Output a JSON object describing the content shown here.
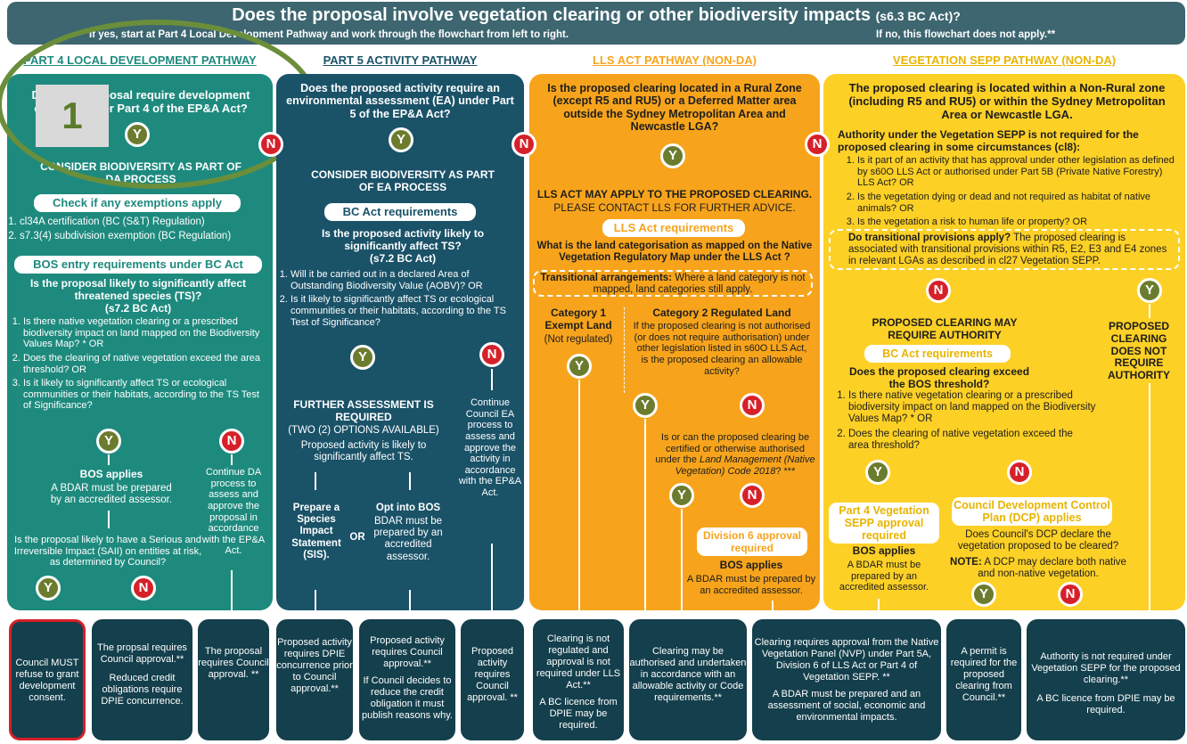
{
  "banner": {
    "question": "Does the proposal involve vegetation clearing or other biodiversity impacts",
    "ref": "(s6.3 BC Act)?",
    "if_yes": "If yes, start at Part 4 Local Development Pathway and work through the flowchart from left to right.",
    "if_no": "If no, this flowchart does not apply.**"
  },
  "badge": {
    "number": "1"
  },
  "colors": {
    "green": "#1e8a7e",
    "teal": "#1a5268",
    "orange": "#f7a41c",
    "yellow": "#fdd026",
    "dark": "#143f4c",
    "yes": "#6b7c2e",
    "no": "#d6202a"
  },
  "pathways": {
    "part4": "PART 4 LOCAL DEVELOPMENT PATHWAY",
    "part5": "PART 5 ACTIVITY PATHWAY",
    "lls": "LLS ACT PATHWAY (NON-DA)",
    "sepp": "VEGETATION SEPP PATHWAY (NON-DA)"
  },
  "part4": {
    "question": "Does the proposal require development consent under Part 4 of the EP&A Act?",
    "consider": "CONSIDER BIODIVERSITY AS PART OF DA PROCESS",
    "exemptions_pill": "Check if any exemptions apply",
    "exemptions": [
      "cl34A certification (BC (S&T) Regulation)",
      "s7.3(4) subdivision exemption (BC Regulation)"
    ],
    "bos_pill": "BOS entry requirements under BC Act",
    "ts_question": "Is the proposal likely to significantly affect threatened species (TS)?",
    "ts_ref": "(s7.2 BC Act)",
    "criteria": [
      "Is there native vegetation clearing or a prescribed biodiversity impact on land mapped on the Biodiversity Values Map? * OR",
      "Does the clearing of native vegetation exceed the area threshold? OR",
      "Is it likely to significantly affect TS or ecological communities or their habitats, according to the TS Test of Significance?"
    ],
    "bos_applies": "BOS applies",
    "bdar": "A BDAR must be prepared by an accredited assessor.",
    "continue": "Continue DA process to assess and approve the proposal in accordance with the EP&A Act.",
    "saii": "Is the proposal likely to have a Serious and Irreversible Impact (SAII) on entities at risk, as determined by Council?"
  },
  "part5": {
    "question": "Does the proposed activity require an environmental assessment (EA) under Part 5 of the EP&A Act?",
    "consider": "CONSIDER BIODIVERSITY AS PART OF EA PROCESS",
    "bc_pill": "BC Act requirements",
    "ts_question": "Is the proposed activity likely to significantly affect TS?",
    "ts_ref": "(s7.2 BC Act)",
    "criteria": [
      "Will it be carried out in a declared Area of Outstanding Biodiversity Value (AOBV)? OR",
      "Is it likely to significantly affect TS or ecological communities or their habitats, according to the TS Test of Significance?"
    ],
    "further": "FURTHER ASSESSMENT IS REQUIRED",
    "options": "(TWO (2) OPTIONS AVAILABLE)",
    "likely": "Proposed activity is likely to significantly affect TS.",
    "sis": "Prepare a Species Impact Statement (SIS).",
    "or": "OR",
    "opt_bos": "Opt into BOS",
    "opt_bos_text": "BDAR must be prepared by an accredited assessor.",
    "continue": "Continue Council EA process to assess and approve the activity in accordance with the EP&A Act."
  },
  "lls": {
    "question": "Is the proposed clearing located in a Rural Zone (except R5 and RU5) or a Deferred Matter area outside the Sydney Metropolitan Area and Newcastle LGA?",
    "may_apply": "LLS ACT MAY APPLY TO THE PROPOSED CLEARING.",
    "contact": "PLEASE CONTACT LLS FOR FURTHER ADVICE.",
    "pill": "LLS Act requirements",
    "land_q": "What is the land categorisation as mapped on the Native Vegetation Regulatory Map under the LLS Act ?",
    "transitional": "Transitional arrangements:",
    "transitional_text": "Where a land category is not mapped, land categories still apply.",
    "cat1": "Category 1 Exempt Land",
    "cat1_note": "(Not regulated)",
    "cat2": "Category 2 Regulated Land",
    "cat2_text": "If the proposed clearing is not authorised (or does not require authorisation) under other legislation listed in s60O LLS Act, is the proposed clearing an allowable activity?",
    "code_q_a": "Is or can the proposed clearing be certified or otherwise authorised under the",
    "code_q_i": "Land Management (Native Vegetation) Code 2018",
    "code_q_b": "? ***",
    "div6": "Division 6 approval required",
    "bos_applies": "BOS applies",
    "bdar": "A BDAR must be prepared by an accredited assessor."
  },
  "sepp": {
    "title": "The proposed clearing is located within a Non-Rural zone (including R5 and RU5) or within the Sydney Metropolitan Area or Newcastle LGA.",
    "not_required": "Authority under the Vegetation SEPP is not required for the proposed clearing in some circumstances (cl8):",
    "items": [
      "Is it part of an activity that has approval under other legislation as defined by s60O LLS Act or authorised under Part 5B (Private Native Forestry) LLS Act? OR",
      "Is the vegetation dying or dead and not required as habitat of native animals? OR",
      "Is the vegetation a risk to human life or property? OR"
    ],
    "transitional_q": "Do transitional provisions apply?",
    "transitional_text": "The proposed clearing is associated with transitional provisions within R5, E2, E3 and E4 zones in relevant LGAs as described in cl27 Vegetation SEPP.",
    "may_require": "PROPOSED CLEARING MAY REQUIRE AUTHORITY",
    "no_authority": "PROPOSED CLEARING DOES NOT REQUIRE AUTHORITY",
    "bc_pill": "BC Act requirements",
    "bos_q": "Does the proposed clearing exceed the BOS threshold?",
    "bos_items": [
      "Is there native vegetation clearing or a prescribed biodiversity impact on land mapped on the Biodiversity Values Map? * OR",
      "Does the clearing of native vegetation exceed the area threshold?"
    ],
    "part4_pill": "Part 4 Vegetation SEPP approval required",
    "bos_applies": "BOS applies",
    "bdar": "A BDAR must be prepared by an accredited assessor.",
    "dcp_pill": "Council Development Control Plan (DCP) applies",
    "dcp_q": "Does Council's DCP declare the vegetation proposed to be cleared?",
    "note_label": "NOTE:",
    "note_text": "A DCP may declare both native and non-native vegetation."
  },
  "outcomes": [
    {
      "text": "Council MUST refuse to grant development consent."
    },
    {
      "text": "The propsal requires Council approval.**",
      "text2": "Reduced credit obligations require DPIE concurrence."
    },
    {
      "text": "The proposal requires Council approval. **"
    },
    {
      "text": "Proposed activity requires DPIE concurrence prior to Council approval.**"
    },
    {
      "text": "Proposed activity requires Council approval.**",
      "text2": "If Council decides to reduce the credit obligation it must publish reasons why."
    },
    {
      "text": "Proposed activity requires Council approval. **"
    },
    {
      "text": "Clearing is not regulated and approval is not required under LLS Act.**",
      "text2": "A BC licence from DPIE may be required."
    },
    {
      "text": "Clearing may be authorised and undertaken in accordance with an allowable activity or Code requirements.**"
    },
    {
      "text": "Clearing requires approval from the Native Vegetation Panel (NVP) under Part 5A, Division 6 of LLS Act or Part 4 of Vegetation SEPP. **",
      "text2": "A BDAR must be prepared and an assessment of social, economic and environmental impacts."
    },
    {
      "text": "A permit is required for the proposed clearing from Council.**"
    },
    {
      "text": "Authority is not required under Vegetation SEPP for the proposed clearing.**",
      "text2": "A BC licence from DPIE may be required."
    }
  ],
  "yes": "Y",
  "no": "N"
}
